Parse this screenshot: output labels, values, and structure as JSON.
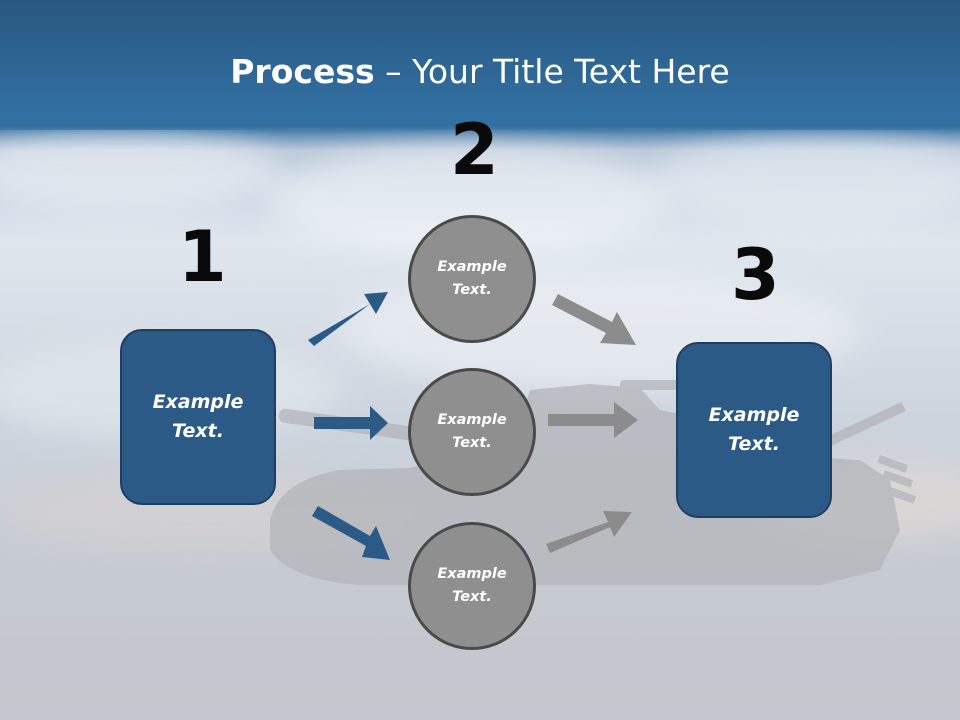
{
  "title": {
    "bold": "Process",
    "rest": " – Your Title Text Here"
  },
  "steps": [
    {
      "number": "1",
      "box_text": "Example Text."
    },
    {
      "number": "2",
      "circles": [
        "Example Text.",
        "Example Text.",
        "Example Text."
      ]
    },
    {
      "number": "3",
      "box_text": "Example Text."
    }
  ],
  "colors": {
    "header": "#2f6594",
    "box_fill": "#2c5a86",
    "arrow_blue": "#2c5a86",
    "circle_fill": "#8f8f8f",
    "arrow_gray": "#8c8c8c"
  }
}
